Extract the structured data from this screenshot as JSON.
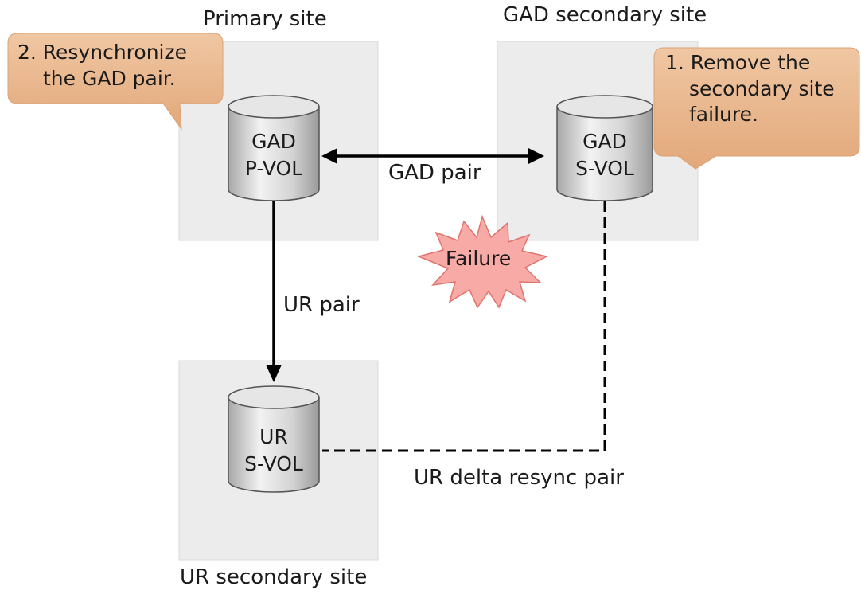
{
  "sites": {
    "primary": "Primary site",
    "gad_secondary": "GAD secondary site",
    "ur_secondary": "UR secondary site"
  },
  "volumes": {
    "gad_pvol": [
      "GAD",
      "P-VOL"
    ],
    "gad_svol": [
      "GAD",
      "S-VOL"
    ],
    "ur_svol": [
      "UR",
      "S-VOL"
    ]
  },
  "links": {
    "gad_pair": "GAD pair",
    "ur_pair": "UR pair",
    "ur_delta": "UR delta resync pair"
  },
  "failure": "Failure",
  "callouts": {
    "step2": [
      "2. Resynchronize",
      "the GAD pair."
    ],
    "step1": [
      "1. Remove the",
      "secondary site",
      "failure."
    ]
  },
  "colors": {
    "site_fill": "#ececec",
    "site_border": "#d9d9d9",
    "callout_fill": "#e8b48a",
    "burst_fill": "#f7aaa6",
    "burst_stroke": "#e0736c",
    "line": "#000000"
  }
}
